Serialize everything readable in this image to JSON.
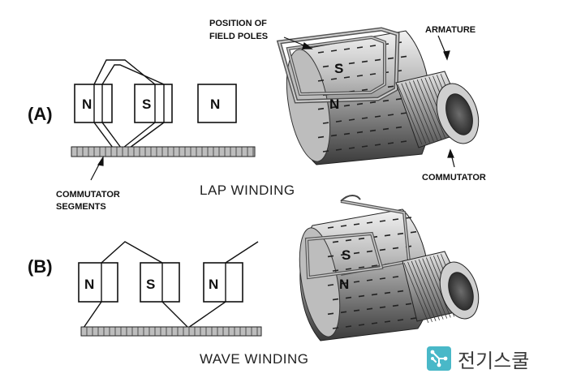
{
  "part_a": {
    "tag": "(A)",
    "poles": [
      "N",
      "S",
      "N"
    ],
    "caption": "LAP WINDING",
    "commutator_label_line1": "COMMUTATOR",
    "commutator_label_line2": "SEGMENTS",
    "field_poles_line1": "POSITION OF",
    "field_poles_line2": "FIELD POLES",
    "armature_label": "ARMATURE",
    "commutator_label": "COMMUTATOR",
    "drum_poles": [
      "S",
      "N"
    ]
  },
  "part_b": {
    "tag": "(B)",
    "poles": [
      "N",
      "S",
      "N"
    ],
    "caption": "WAVE WINDING",
    "drum_poles": [
      "S",
      "N"
    ]
  },
  "watermark": {
    "text": "전기스쿨",
    "icon": "circuit-chip-icon",
    "color": "#49b8c8"
  }
}
